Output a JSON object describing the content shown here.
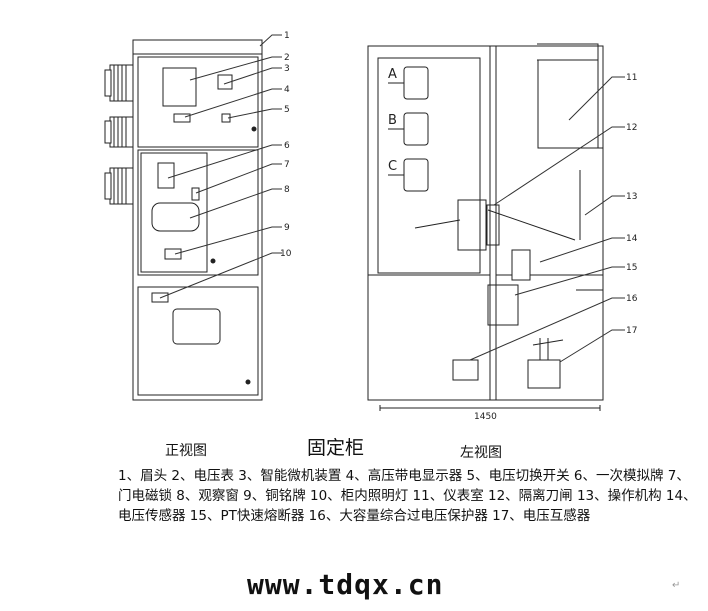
{
  "drawing": {
    "front_view_label": "正视图",
    "title": "固定柜",
    "side_view_label": "左视图",
    "dimension": "1450",
    "phase_labels": [
      "A",
      "B",
      "C"
    ],
    "front_callouts": [
      "1",
      "2",
      "3",
      "4",
      "5",
      "6",
      "7",
      "8",
      "9",
      "10"
    ],
    "side_callouts": [
      "11",
      "12",
      "13",
      "14",
      "15",
      "16",
      "17"
    ]
  },
  "legend": "1、眉头 2、电压表 3、智能微机装置 4、高压带电显示器 5、电压切换开关 6、一次模拟牌 7、门电磁锁 8、观察窗 9、铜铭牌 10、柜内照明灯 11、仪表室 12、隔离刀闸 13、操作机构 14、电压传感器 15、PT快速熔断器 16、大容量综合过电压保护器 17、电压互感器",
  "website": "www.tdqx.cn",
  "return_mark": "↵"
}
